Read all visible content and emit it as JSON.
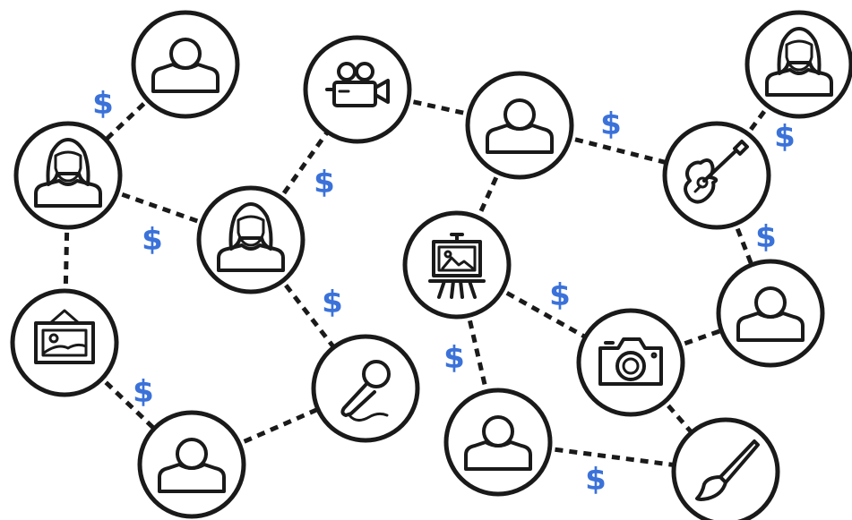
{
  "diagram": {
    "currency_symbol": "$",
    "accent_color": "#3b72d9",
    "nodes": [
      {
        "id": "p1",
        "icon": "person-icon"
      },
      {
        "id": "p2",
        "icon": "person-female-icon"
      },
      {
        "id": "p3",
        "icon": "picture-frame-icon"
      },
      {
        "id": "p4",
        "icon": "person-icon"
      },
      {
        "id": "p5",
        "icon": "person-female-icon"
      },
      {
        "id": "p6",
        "icon": "video-camera-icon"
      },
      {
        "id": "p7",
        "icon": "microphone-icon"
      },
      {
        "id": "p8",
        "icon": "person-icon"
      },
      {
        "id": "p9",
        "icon": "easel-painting-icon"
      },
      {
        "id": "p10",
        "icon": "person-icon"
      },
      {
        "id": "p11",
        "icon": "photo-camera-icon"
      },
      {
        "id": "p12",
        "icon": "paintbrush-icon"
      },
      {
        "id": "p13",
        "icon": "guitar-icon"
      },
      {
        "id": "p14",
        "icon": "person-female-icon"
      },
      {
        "id": "p15",
        "icon": "person-icon"
      }
    ],
    "edges": [
      {
        "from": "p1",
        "to": "p2",
        "label": "$"
      },
      {
        "from": "p2",
        "to": "p5",
        "label": "$"
      },
      {
        "from": "p2",
        "to": "p3",
        "label": ""
      },
      {
        "from": "p3",
        "to": "p4",
        "label": "$"
      },
      {
        "from": "p4",
        "to": "p7",
        "label": ""
      },
      {
        "from": "p5",
        "to": "p6",
        "label": "$"
      },
      {
        "from": "p5",
        "to": "p7",
        "label": "$"
      },
      {
        "from": "p6",
        "to": "p8",
        "label": ""
      },
      {
        "from": "p8",
        "to": "p9",
        "label": ""
      },
      {
        "from": "p8",
        "to": "p13",
        "label": "$"
      },
      {
        "from": "p9",
        "to": "p11",
        "label": "$"
      },
      {
        "from": "p9",
        "to": "p10",
        "label": "$"
      },
      {
        "from": "p10",
        "to": "p12",
        "label": "$"
      },
      {
        "from": "p11",
        "to": "p12",
        "label": ""
      },
      {
        "from": "p11",
        "to": "p15",
        "label": ""
      },
      {
        "from": "p13",
        "to": "p14",
        "label": "$"
      },
      {
        "from": "p13",
        "to": "p15",
        "label": "$"
      }
    ]
  }
}
